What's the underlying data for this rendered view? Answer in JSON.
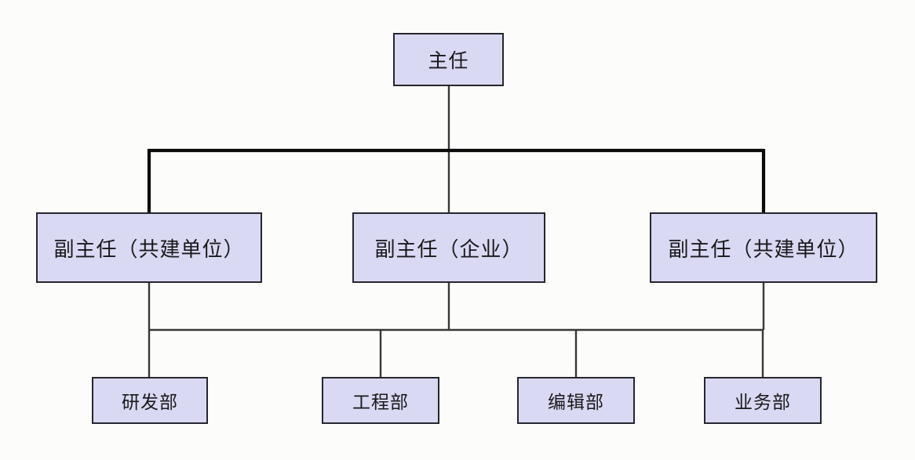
{
  "diagram": {
    "type": "org-chart",
    "levels": [
      {
        "name": "level-1",
        "nodes": [
          {
            "label": "主任"
          }
        ]
      },
      {
        "name": "level-2",
        "nodes": [
          {
            "label": "副主任（共建单位）"
          },
          {
            "label": "副主任（企业）"
          },
          {
            "label": "副主任（共建单位）"
          }
        ]
      },
      {
        "name": "level-3",
        "nodes": [
          {
            "label": "研发部"
          },
          {
            "label": "工程部"
          },
          {
            "label": "编辑部"
          },
          {
            "label": "业务部"
          }
        ]
      }
    ],
    "colors": {
      "background": "#fcfcfa",
      "node_fill": "#d9d9f3",
      "node_border": "#26262e",
      "node_text": "#19191c",
      "connector": "#383838",
      "connector_bold": "#0a0a0a"
    }
  }
}
